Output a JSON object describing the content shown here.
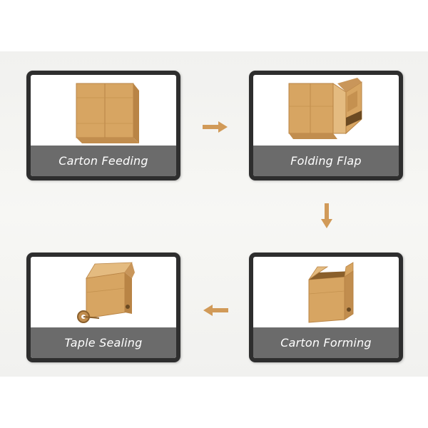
{
  "colors": {
    "carton": "#d7a562",
    "carton_dark": "#b98445",
    "carton_light": "#e4bb80",
    "arrow": "#d19a58",
    "frame": "#2e2e2e",
    "label_bg": "#6b6b6b"
  },
  "steps": [
    {
      "label": "Carton Feeding",
      "icon": "flat-carton-icon"
    },
    {
      "label": "Folding Flap",
      "icon": "opening-carton-icon"
    },
    {
      "label": "Carton Forming",
      "icon": "open-box-icon"
    },
    {
      "label": "Taple Sealing",
      "icon": "tape-sealing-box-icon"
    }
  ],
  "flow": [
    "right",
    "down",
    "left"
  ]
}
